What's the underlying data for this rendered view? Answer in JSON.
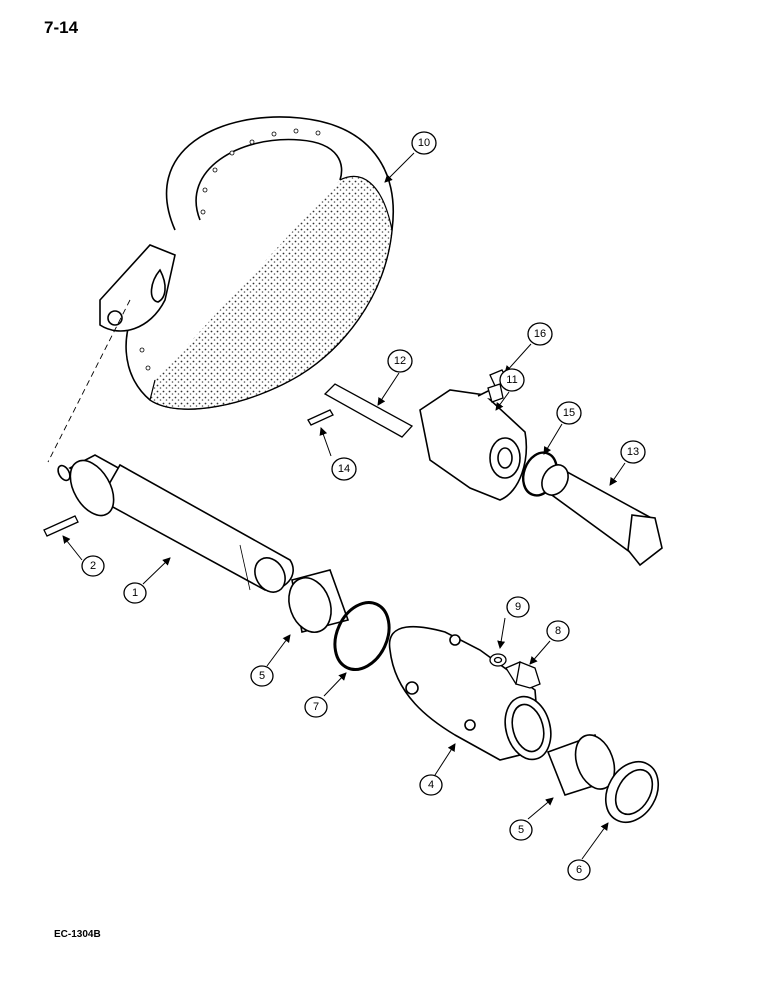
{
  "page_number": "7-14",
  "figure_code": "EC-1304B",
  "callouts": [
    {
      "id": "c1",
      "label": "1"
    },
    {
      "id": "c2",
      "label": "2"
    },
    {
      "id": "c4",
      "label": "4"
    },
    {
      "id": "c5a",
      "label": "5"
    },
    {
      "id": "c5b",
      "label": "5"
    },
    {
      "id": "c6",
      "label": "6"
    },
    {
      "id": "c7",
      "label": "7"
    },
    {
      "id": "c8",
      "label": "8"
    },
    {
      "id": "c9",
      "label": "9"
    },
    {
      "id": "c10",
      "label": "10"
    },
    {
      "id": "c11",
      "label": "11"
    },
    {
      "id": "c12",
      "label": "12"
    },
    {
      "id": "c13",
      "label": "13"
    },
    {
      "id": "c14",
      "label": "14"
    },
    {
      "id": "c15",
      "label": "15"
    },
    {
      "id": "c16",
      "label": "16"
    }
  ]
}
